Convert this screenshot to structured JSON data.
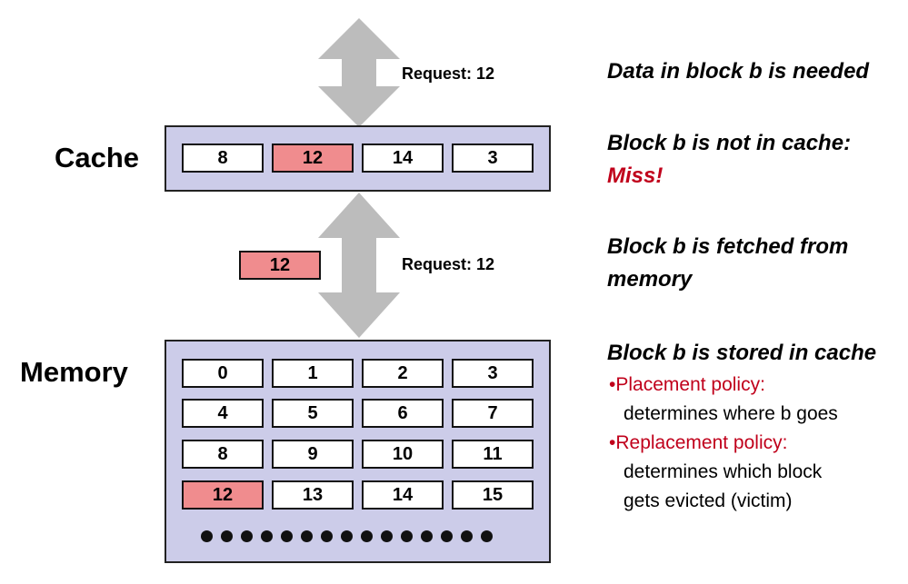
{
  "labels": {
    "cache": "Cache",
    "memory": "Memory",
    "request_top": "Request: 12",
    "request_mid": "Request: 12",
    "fetched_block": "12"
  },
  "cache": {
    "blocks": [
      {
        "value": "8",
        "highlight": false
      },
      {
        "value": "12",
        "highlight": true
      },
      {
        "value": "14",
        "highlight": false
      },
      {
        "value": "3",
        "highlight": false
      }
    ]
  },
  "memory": {
    "rows": [
      [
        {
          "value": "0",
          "highlight": false
        },
        {
          "value": "1",
          "highlight": false
        },
        {
          "value": "2",
          "highlight": false
        },
        {
          "value": "3",
          "highlight": false
        }
      ],
      [
        {
          "value": "4",
          "highlight": false
        },
        {
          "value": "5",
          "highlight": false
        },
        {
          "value": "6",
          "highlight": false
        },
        {
          "value": "7",
          "highlight": false
        }
      ],
      [
        {
          "value": "8",
          "highlight": false
        },
        {
          "value": "9",
          "highlight": false
        },
        {
          "value": "10",
          "highlight": false
        },
        {
          "value": "11",
          "highlight": false
        }
      ],
      [
        {
          "value": "12",
          "highlight": true
        },
        {
          "value": "13",
          "highlight": false
        },
        {
          "value": "14",
          "highlight": false
        },
        {
          "value": "15",
          "highlight": false
        }
      ]
    ]
  },
  "notes": {
    "data_needed": "Data in block b is needed",
    "not_in_cache": "Block b is not in cache:",
    "miss": "Miss!",
    "fetched_1": "Block b is fetched from",
    "fetched_2": "memory",
    "stored": "Block b is stored in cache",
    "bullets": [
      {
        "title": "Placement policy:",
        "detail": "determines where b goes"
      },
      {
        "title": "Replacement policy:",
        "detail_1": "determines which block",
        "detail_2": "gets evicted (victim)"
      }
    ]
  },
  "colors": {
    "panel": "#cccce9",
    "highlight": "#f08c8e",
    "arrow": "#bcbcbc",
    "accent_red": "#c0001b"
  }
}
